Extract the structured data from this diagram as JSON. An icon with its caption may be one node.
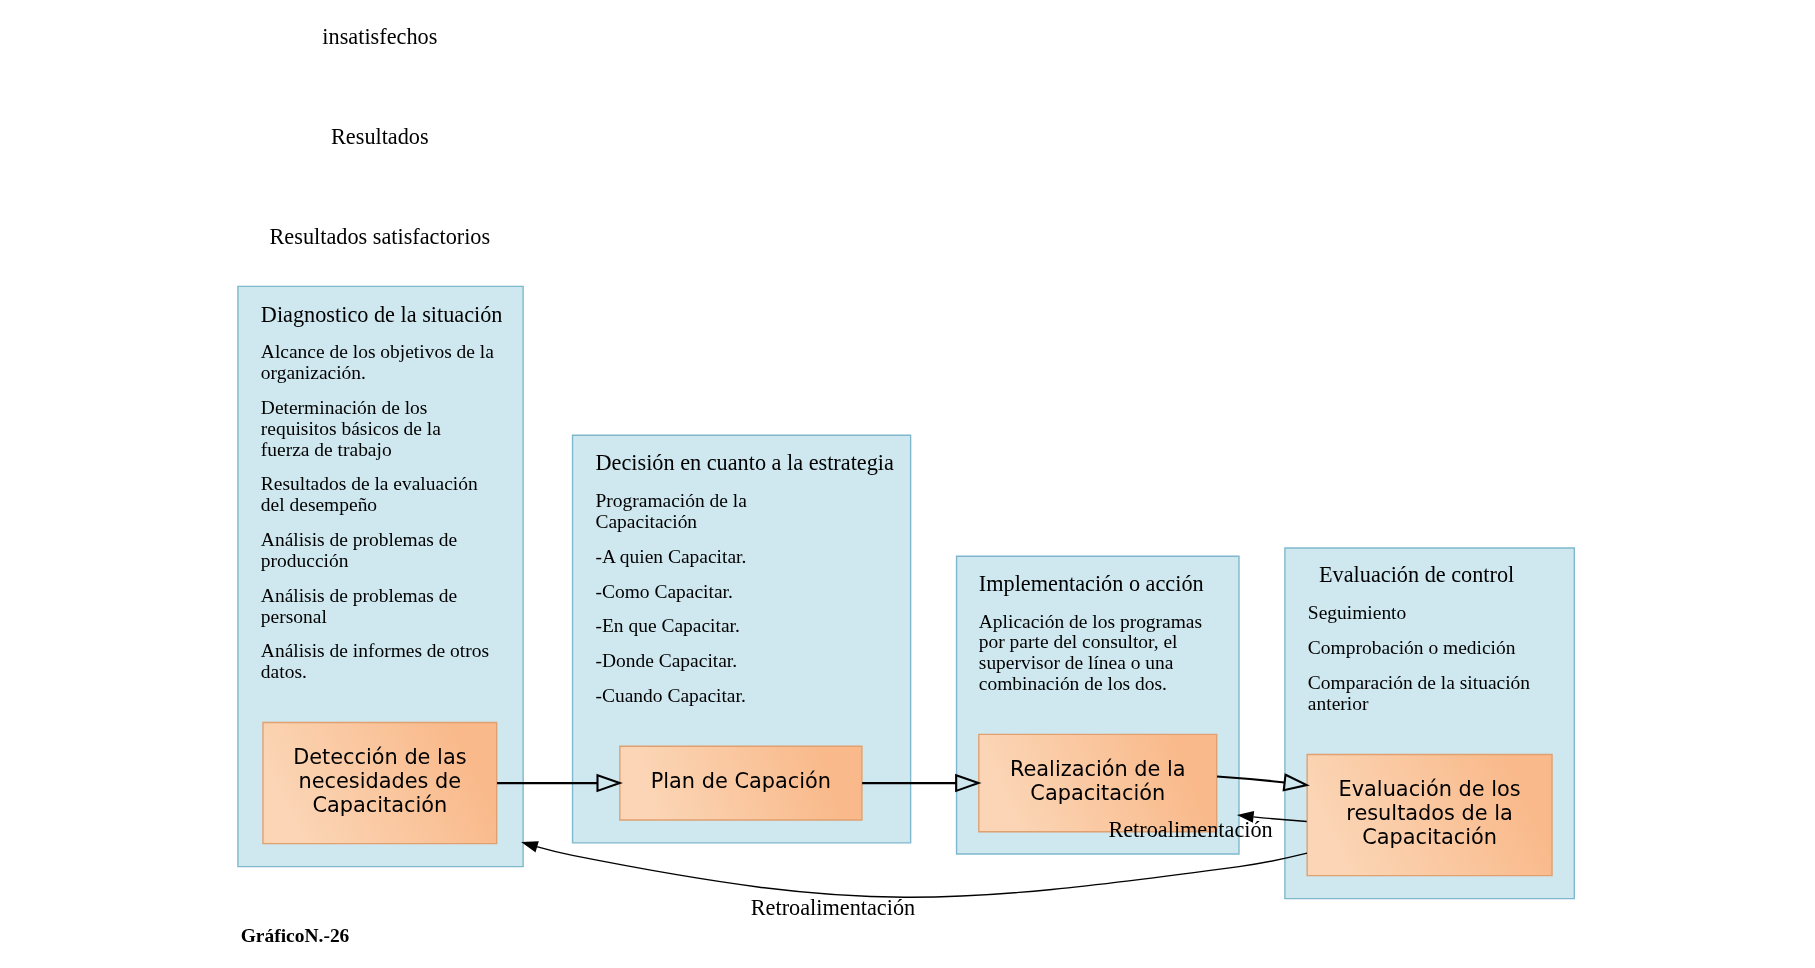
{
  "diagram": {
    "caption": "GráficoN.-26",
    "nodes": [
      {
        "text": [
          "Diagnostico de la situación",
          "Alcance de los objetivos de la organización.",
          "Determinación de los requisitos básicos de la fuerza de trabajo",
          "Resultados de la evaluación del desempeño",
          "Análisis de problemas de producción",
          "Análisis de problemas de personal",
          "Análisis de informes de otros datos."
        ]
      },
      {
        "text": [
          "Detección de las necesidades de Capacitación"
        ],
        "in": 0
      },
      {
        "text": [
          "Decisión en cuanto a la estrategia",
          "Programación de la Capacitación",
          "-A quien Capacitar.",
          "-Como Capacitar.",
          "-En que Capacitar.",
          "-Donde Capacitar.",
          "-Cuando Capacitar."
        ]
      },
      {
        "text": [
          "Plan de Capación"
        ],
        "in": 2
      },
      {
        "text": [
          "Implementación o acción",
          "Aplicación de los programas por parte del consultor, el supervisor de línea o una combinación de los dos."
        ]
      },
      {
        "text": [
          "Realización de la Capacitación"
        ],
        "in": 4
      },
      {
        "text": [
          "Evaluación de control",
          "Seguimiento",
          "Comprobación o medición",
          "Comparación de la situación anterior"
        ]
      },
      {
        "text": [
          "Evaluación de los resultados de la Capacitación"
        ],
        "in": 6
      }
    ],
    "edges": [
      {
        "from": 1,
        "to": 3,
        "arrow": "to"
      },
      {
        "from": 3,
        "to": 5,
        "arrow": "to"
      },
      {
        "from": 5,
        "to": 7,
        "arrow": "to"
      },
      {
        "from": 7,
        "to": 4,
        "arrow": "to",
        "label": "Retroalimentación"
      },
      {
        "from": 7,
        "to": 0,
        "arrow": "to",
        "label": "Retroalimentación"
      }
    ],
    "labels": [
      "Resultados satisfactorios",
      "Resultados",
      "insatisfechos"
    ]
  }
}
